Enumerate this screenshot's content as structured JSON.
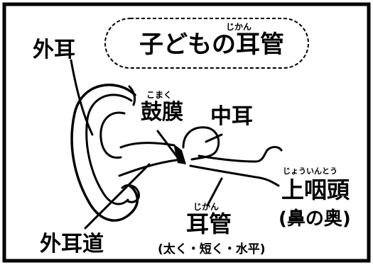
{
  "title": {
    "text": "子どもの耳管",
    "ruby": "じかん"
  },
  "labels": {
    "outer_ear": "外耳",
    "eardrum": {
      "text": "鼓膜",
      "ruby": "こまく"
    },
    "middle_ear": "中耳",
    "ear_canal": "外耳道",
    "eustachian_tube": {
      "text": "耳管",
      "ruby": "じかん",
      "note": "(太く・短く・水平)"
    },
    "nasopharynx": {
      "text": "上咽頭",
      "ruby": "じょういんとう",
      "note": "(鼻の奥)"
    }
  },
  "colors": {
    "ink": "#000000",
    "background": "#ffffff"
  }
}
